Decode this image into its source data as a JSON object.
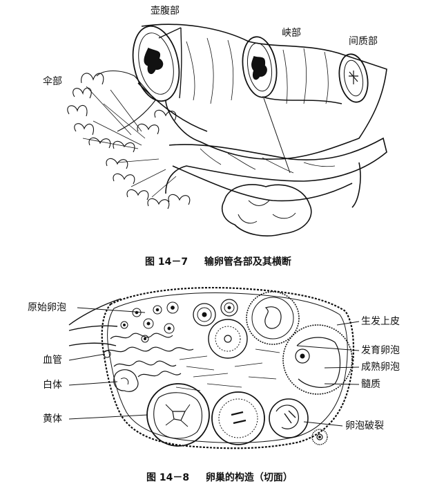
{
  "figure1": {
    "labels": {
      "ampulla": "壶腹部",
      "isthmus": "峡部",
      "interstitial": "间质部",
      "infundibulum": "伞部"
    },
    "caption": {
      "number": "图 14－7",
      "title": "输卵管各部及其横断"
    }
  },
  "figure2": {
    "labels": {
      "primordial_follicle": "原始卵泡",
      "blood_vessel": "血管",
      "corpus_albicans": "白体",
      "corpus_luteum": "黄体",
      "germinal_epithelium": "生发上皮",
      "growing_follicle": "发育卵泡",
      "mature_follicle": "成熟卵泡",
      "medulla": "髓质",
      "ovulation": "卵泡破裂"
    },
    "caption": {
      "number": "图 14－8",
      "title": "卵巢的构造（切面）"
    }
  }
}
